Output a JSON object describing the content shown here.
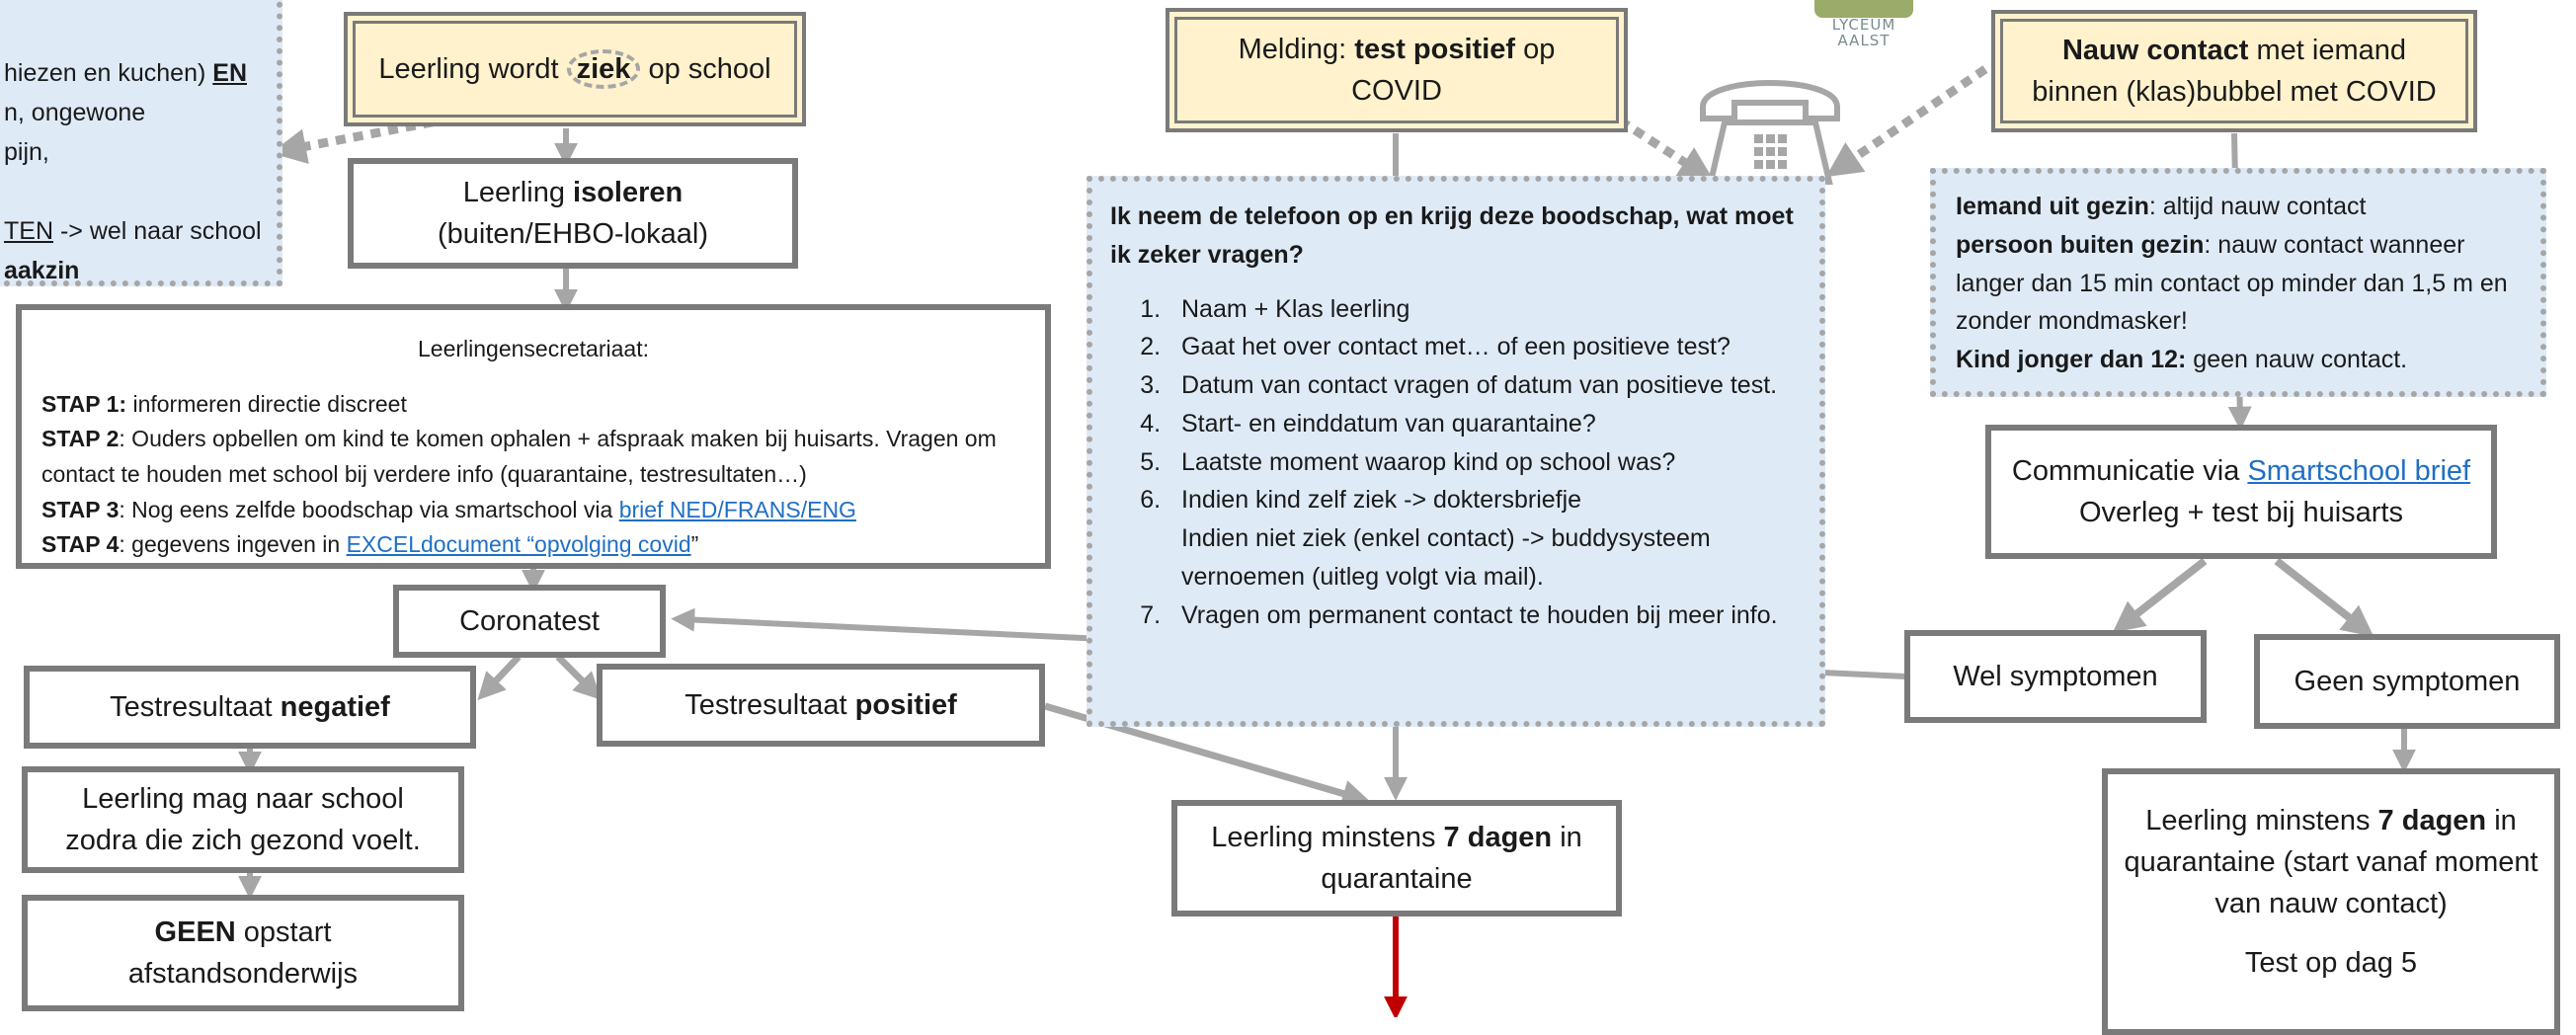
{
  "left_note": {
    "line1_pre": "hiezen en kuchen) ",
    "line1_bold": "EN",
    "line2": "n, ongewone",
    "line3": "pijn,",
    "line4_pre": "TEN",
    "line4_post": " -> wel naar school",
    "line5": "aakzin"
  },
  "ziek_box": {
    "pre": "Leerling wordt ",
    "bold": "ziek",
    "post": " op school"
  },
  "isoleren_box": {
    "pre": "Leerling ",
    "bold": "isoleren",
    "line2": "(buiten/EHBO-lokaal)"
  },
  "secretariaat": {
    "title": "Leerlingensecretariaat:",
    "s1_label": "STAP 1:",
    "s1_text": " informeren directie discreet",
    "s2_label": "STAP 2",
    "s2_text": ": Ouders opbellen om kind te komen ophalen + afspraak maken bij huisarts. Vragen om contact te houden met school bij verdere info (quarantaine, testresultaten…)",
    "s3_label": "STAP 3",
    "s3_text": ": Nog eens zelfde boodschap via smartschool via ",
    "s3_link": "brief NED/FRANS/ENG",
    "s4_label": "STAP 4",
    "s4_text": ": gegevens ingeven in ",
    "s4_link": "EXCELdocument “opvolging covid",
    "s4_end": "”"
  },
  "coronatest": "Coronatest",
  "negatief": {
    "pre": "Testresultaat ",
    "bold": "negatief"
  },
  "positief": {
    "pre": "Testresultaat ",
    "bold": "positief"
  },
  "naar_school": "Leerling mag naar school zodra die zich gezond voelt.",
  "geen_opstart": {
    "bold": "GEEN",
    "post": " opstart",
    "line2": "afstandsonderwijs"
  },
  "melding": {
    "pre": "Melding: ",
    "bold": "test positief",
    "post": " op",
    "line2": "COVID"
  },
  "logo": {
    "line1": "LYCEUM",
    "line2": "AALST"
  },
  "phone_note": {
    "question": "Ik neem de telefoon op en krijg deze boodschap, wat moet ik zeker vragen?",
    "items": [
      "Naam + Klas leerling",
      "Gaat het over contact met… of een positieve test?",
      "Datum van contact vragen of datum van positieve test.",
      "Start- en einddatum van quarantaine?",
      "Laatste moment waarop kind op school was?",
      "Indien kind zelf ziek -> doktersbriefje",
      "Vragen om permanent contact te houden bij meer info."
    ],
    "item6_extra": "Indien niet ziek (enkel contact) -> buddysysteem vernoemen (uitleg volgt via mail)."
  },
  "quarantaine_mid": {
    "pre": "Leerling minstens ",
    "bold": "7 dagen",
    "post": " in",
    "line2": "quarantaine"
  },
  "nauw_contact": {
    "bold": "Nauw contact",
    "post": " met iemand",
    "line2": "binnen (klas)bubbel met COVID"
  },
  "contact_note": {
    "l1_bold": "Iemand uit gezin",
    "l1_text": ": altijd nauw contact",
    "l2_bold": "persoon buiten gezin",
    "l2_text": ": nauw contact wanneer langer dan 15 min contact op minder dan 1,5 m en zonder mondmasker!",
    "l3_bold": "Kind jonger dan 12:",
    "l3_text": " geen nauw contact."
  },
  "communicatie": {
    "pre": "Communicatie via ",
    "link": "Smartschool brief",
    "line2": "Overleg + test bij huisarts"
  },
  "wel_symptomen": "Wel symptomen",
  "geen_symptomen": "Geen symptomen",
  "quarantaine_right": {
    "pre": "Leerling minstens ",
    "bold": "7 dagen",
    "post": " in quarantaine (start vanaf moment van nauw contact)",
    "test": "Test op dag 5"
  },
  "colors": {
    "gray": "#7a7a7a",
    "arrow": "#a6a6a6",
    "yellow": "#fff2cc",
    "blue": "#deebf7",
    "red": "#c00000",
    "link": "#1f6fc5"
  }
}
